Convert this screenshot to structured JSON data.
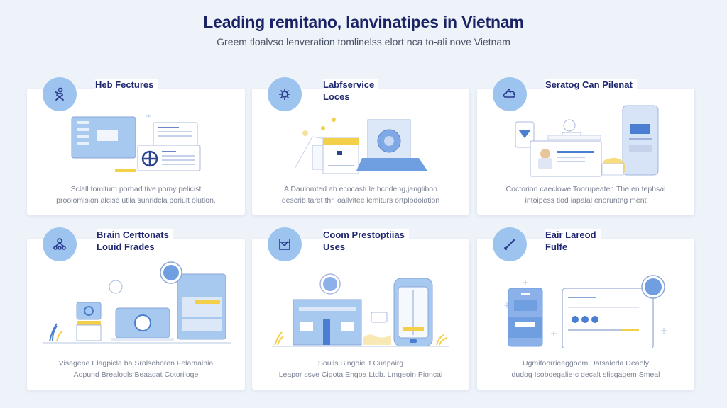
{
  "header": {
    "title": "Leading remitano, lanvinatipes in Vietnam",
    "subtitle": "Greem tloalvso lenveration tomlinelss elort nca to-ali nove Vietnam"
  },
  "cards": [
    {
      "title_line1": "Heb Fectures",
      "title_line2": "",
      "icon": "network-person-icon",
      "desc_line1": "Sclall tomitum porbad tive pomy pelicist",
      "desc_line2": "proolomision alcise utlla sunridcla poriult olution."
    },
    {
      "title_line1": "Labfservice",
      "title_line2": "Loces",
      "icon": "gear-cloud-icon",
      "desc_line1": "A Daulomted ab ecocastule hcndeng,janglibon",
      "desc_line2": "describ taret thr, oallvitee lemiturs ortplbdolation"
    },
    {
      "title_line1": "Seratog Can Pilenat",
      "title_line2": "",
      "icon": "hand-cloud-icon",
      "desc_line1": "Coctorion caeclowe Toorupeater. The en tephsal",
      "desc_line2": "intoipess tiod iapalal enoruntng ment"
    },
    {
      "title_line1": "Brain Certtonats",
      "title_line2": "Louid Frades",
      "icon": "team-hierarchy-icon",
      "desc_line1": "Visagene Elagpicla ba Srolsehoren Felamalnia",
      "desc_line2": "Aopund Brealogls Beaagat Cotoriloge"
    },
    {
      "title_line1": "Coom Prestoptiias",
      "title_line2": "Uses",
      "icon": "checkbox-frame-icon",
      "desc_line1": "Soulls Bingoie it Cuapairg",
      "desc_line2": "Leapor ssve Cigota Engoa Ltdb. Lmgeoin Pioncal"
    },
    {
      "title_line1": "Eair Lareod",
      "title_line2": "Fulfe",
      "icon": "pen-link-icon",
      "desc_line1": "Ugmifoorrieeggoom Datsaleda Deaoly",
      "desc_line2": "dudog Isoboegalie-c decalt sfisgagem Smeal"
    }
  ],
  "colors": {
    "background": "#eef2f9",
    "title": "#1a2366",
    "icon_circle": "#9cc4ee",
    "accent_blue": "#6f9fe0",
    "accent_yellow": "#f4cf4a"
  }
}
